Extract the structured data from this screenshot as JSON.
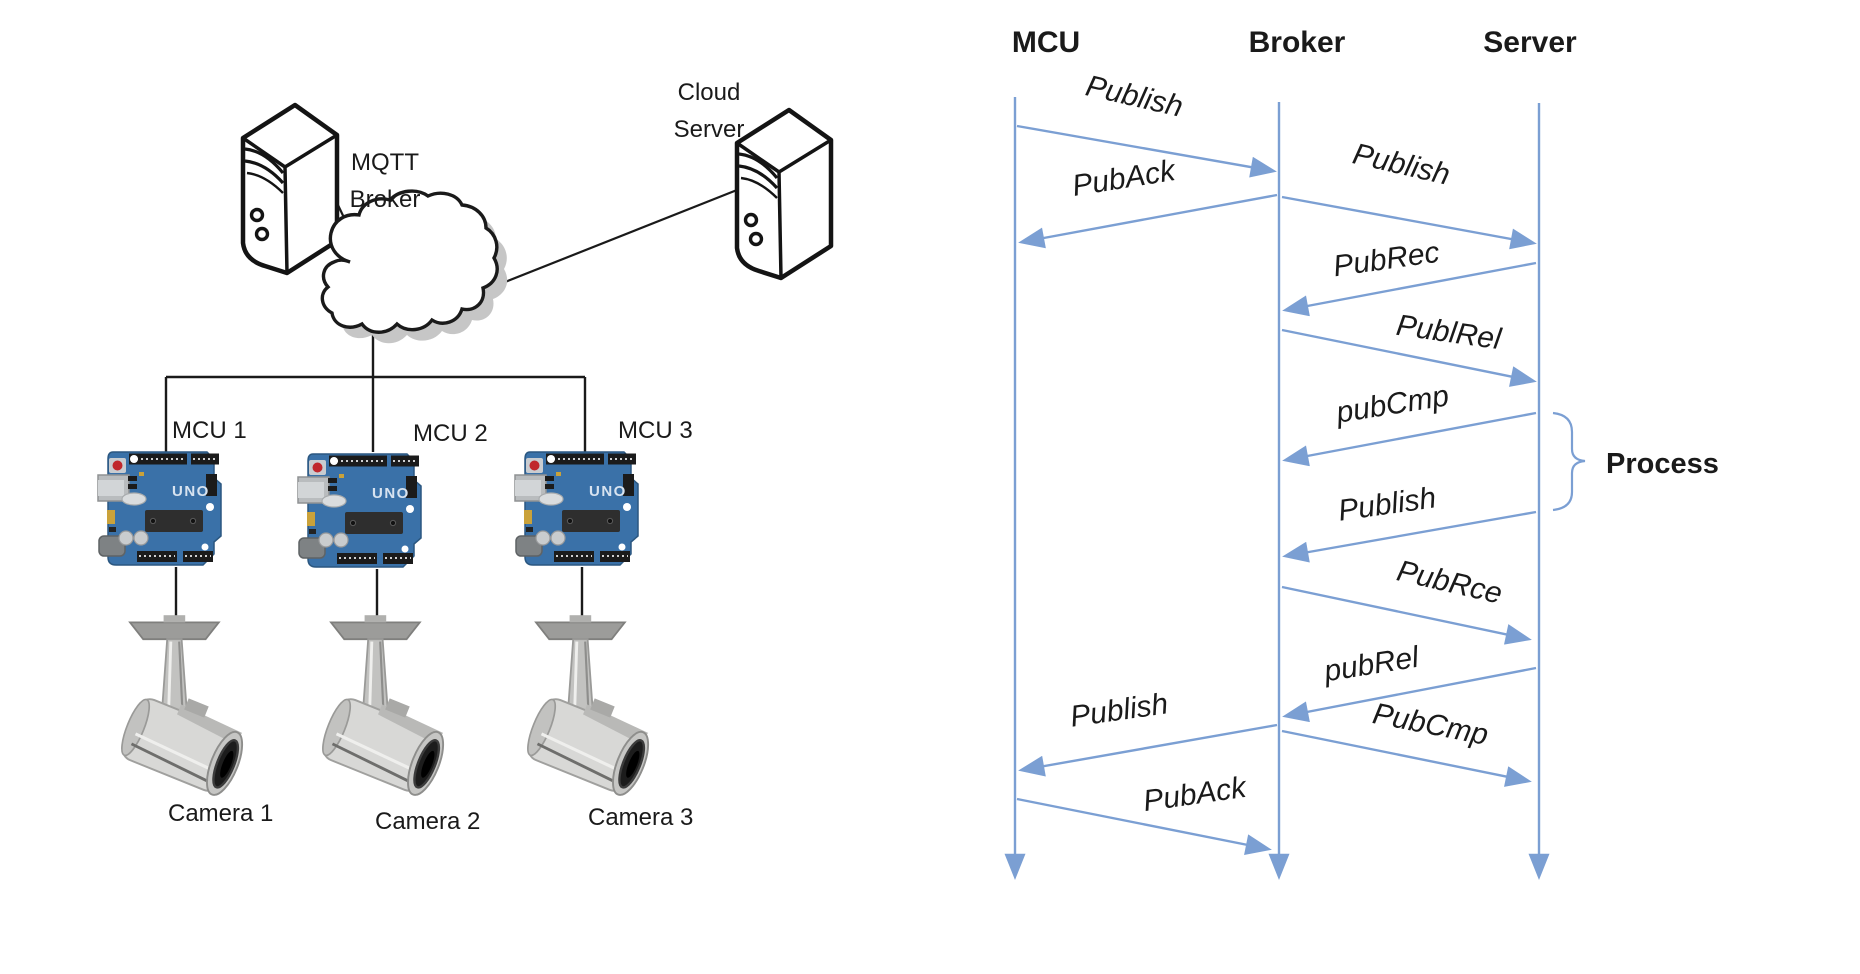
{
  "left_diagram": {
    "mqtt_broker_label": {
      "line1": "MQTT",
      "line2": "Broker"
    },
    "cloud_server_label": {
      "line1": "Cloud",
      "line2": "Server"
    },
    "mcu_labels": [
      "MCU 1",
      "MCU 2",
      "MCU 3"
    ],
    "camera_labels": [
      "Camera 1",
      "Camera 2",
      "Camera 3"
    ],
    "board_text": "UNO"
  },
  "sequence_diagram": {
    "lifelines": [
      "MCU",
      "Broker",
      "Server"
    ],
    "process_label": "Process",
    "messages": [
      {
        "from": "MCU",
        "to": "Broker",
        "label": "Publish"
      },
      {
        "from": "Broker",
        "to": "MCU",
        "label": "PubAck"
      },
      {
        "from": "Broker",
        "to": "Server",
        "label": "Publish"
      },
      {
        "from": "Server",
        "to": "Broker",
        "label": "PubRec"
      },
      {
        "from": "Broker",
        "to": "Server",
        "label": "PublRel"
      },
      {
        "from": "Server",
        "to": "Broker",
        "label": "pubCmp"
      },
      {
        "from": "Server",
        "to": "Broker",
        "label": "Publish"
      },
      {
        "from": "Broker",
        "to": "Server",
        "label": "PubRce"
      },
      {
        "from": "Server",
        "to": "Broker",
        "label": "pubRel"
      },
      {
        "from": "Broker",
        "to": "MCU",
        "label": "Publish"
      },
      {
        "from": "Broker",
        "to": "Server",
        "label": "PubCmp"
      },
      {
        "from": "MCU",
        "to": "Broker",
        "label": "PubAck"
      }
    ]
  },
  "colors": {
    "accent_blue": "#7b9fd3",
    "text": "#1a1a1a",
    "board_blue": "#3a71a8"
  }
}
